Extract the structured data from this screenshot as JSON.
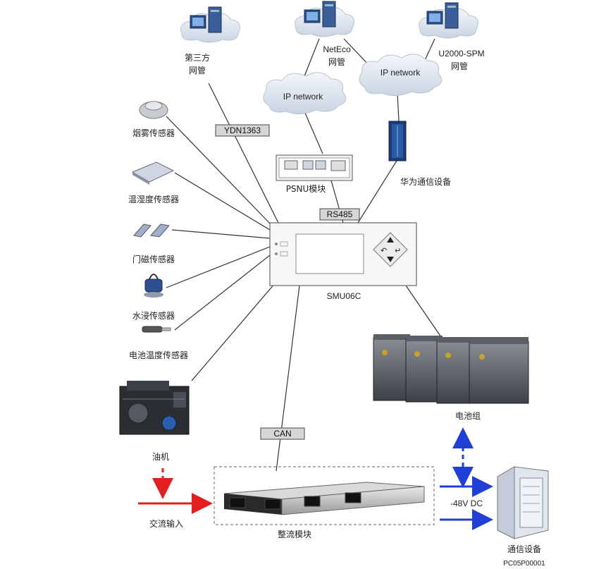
{
  "nodes": {
    "third_party_nms": {
      "line1": "第三方",
      "line2": "网管"
    },
    "neteco": {
      "name": "NetEco",
      "sub": "网管"
    },
    "u2000": {
      "name": "U2000-SPM",
      "sub": "网管"
    },
    "ip_network_left": "IP network",
    "ip_network_right": "IP network",
    "ydn1363": "YDN1363",
    "psnu": "PSNU模块",
    "huawei_comm": "华为通信设备",
    "rs485": "RS485",
    "smu": "SMU06C",
    "smoke": "烟雾传感器",
    "temp_humidity": "温湿度传感器",
    "door": "门磁传感器",
    "water": "水浸传感器",
    "battery_temp": "电池温度传感器",
    "generator": "油机",
    "can": "CAN",
    "battery_group": "电池组",
    "ac_input": "交流输入",
    "rectifier": "整流模块",
    "dc_output": "-48V DC",
    "comm_equipment": "通信设备",
    "figure_id": "PC05P00001"
  },
  "colors": {
    "link": "#333333",
    "ac_arrow": "#e41e1e",
    "dc_arrow": "#1f3fd6",
    "tag_fill": "#d6d6d6",
    "cloud": "#dfe7f1",
    "device": "#1a3a7a"
  }
}
